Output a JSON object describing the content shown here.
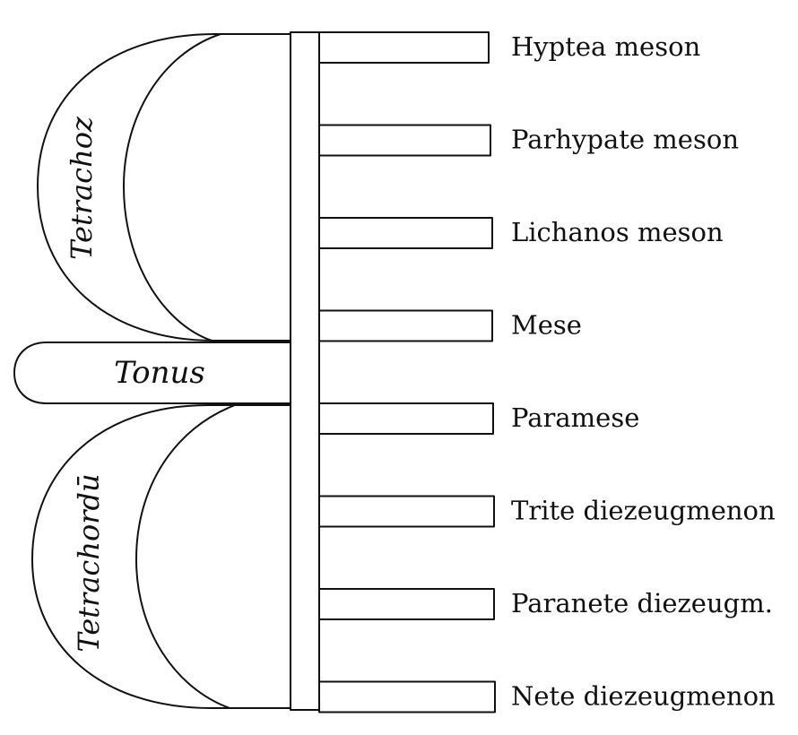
{
  "diagram": {
    "upper_label": "Tetrachoz",
    "middle_label": "Tonus",
    "lower_label": "Tetrachordū",
    "notes": [
      {
        "label": "Hyptea meson"
      },
      {
        "label": "Parhypate meson"
      },
      {
        "label": "Lichanos meson"
      },
      {
        "label": "Mese"
      },
      {
        "label": "Paramese"
      },
      {
        "label": "Trite diezeugmenon"
      },
      {
        "label": "Paranete diezeugm."
      },
      {
        "label": "Nete diezeugmenon"
      }
    ]
  }
}
